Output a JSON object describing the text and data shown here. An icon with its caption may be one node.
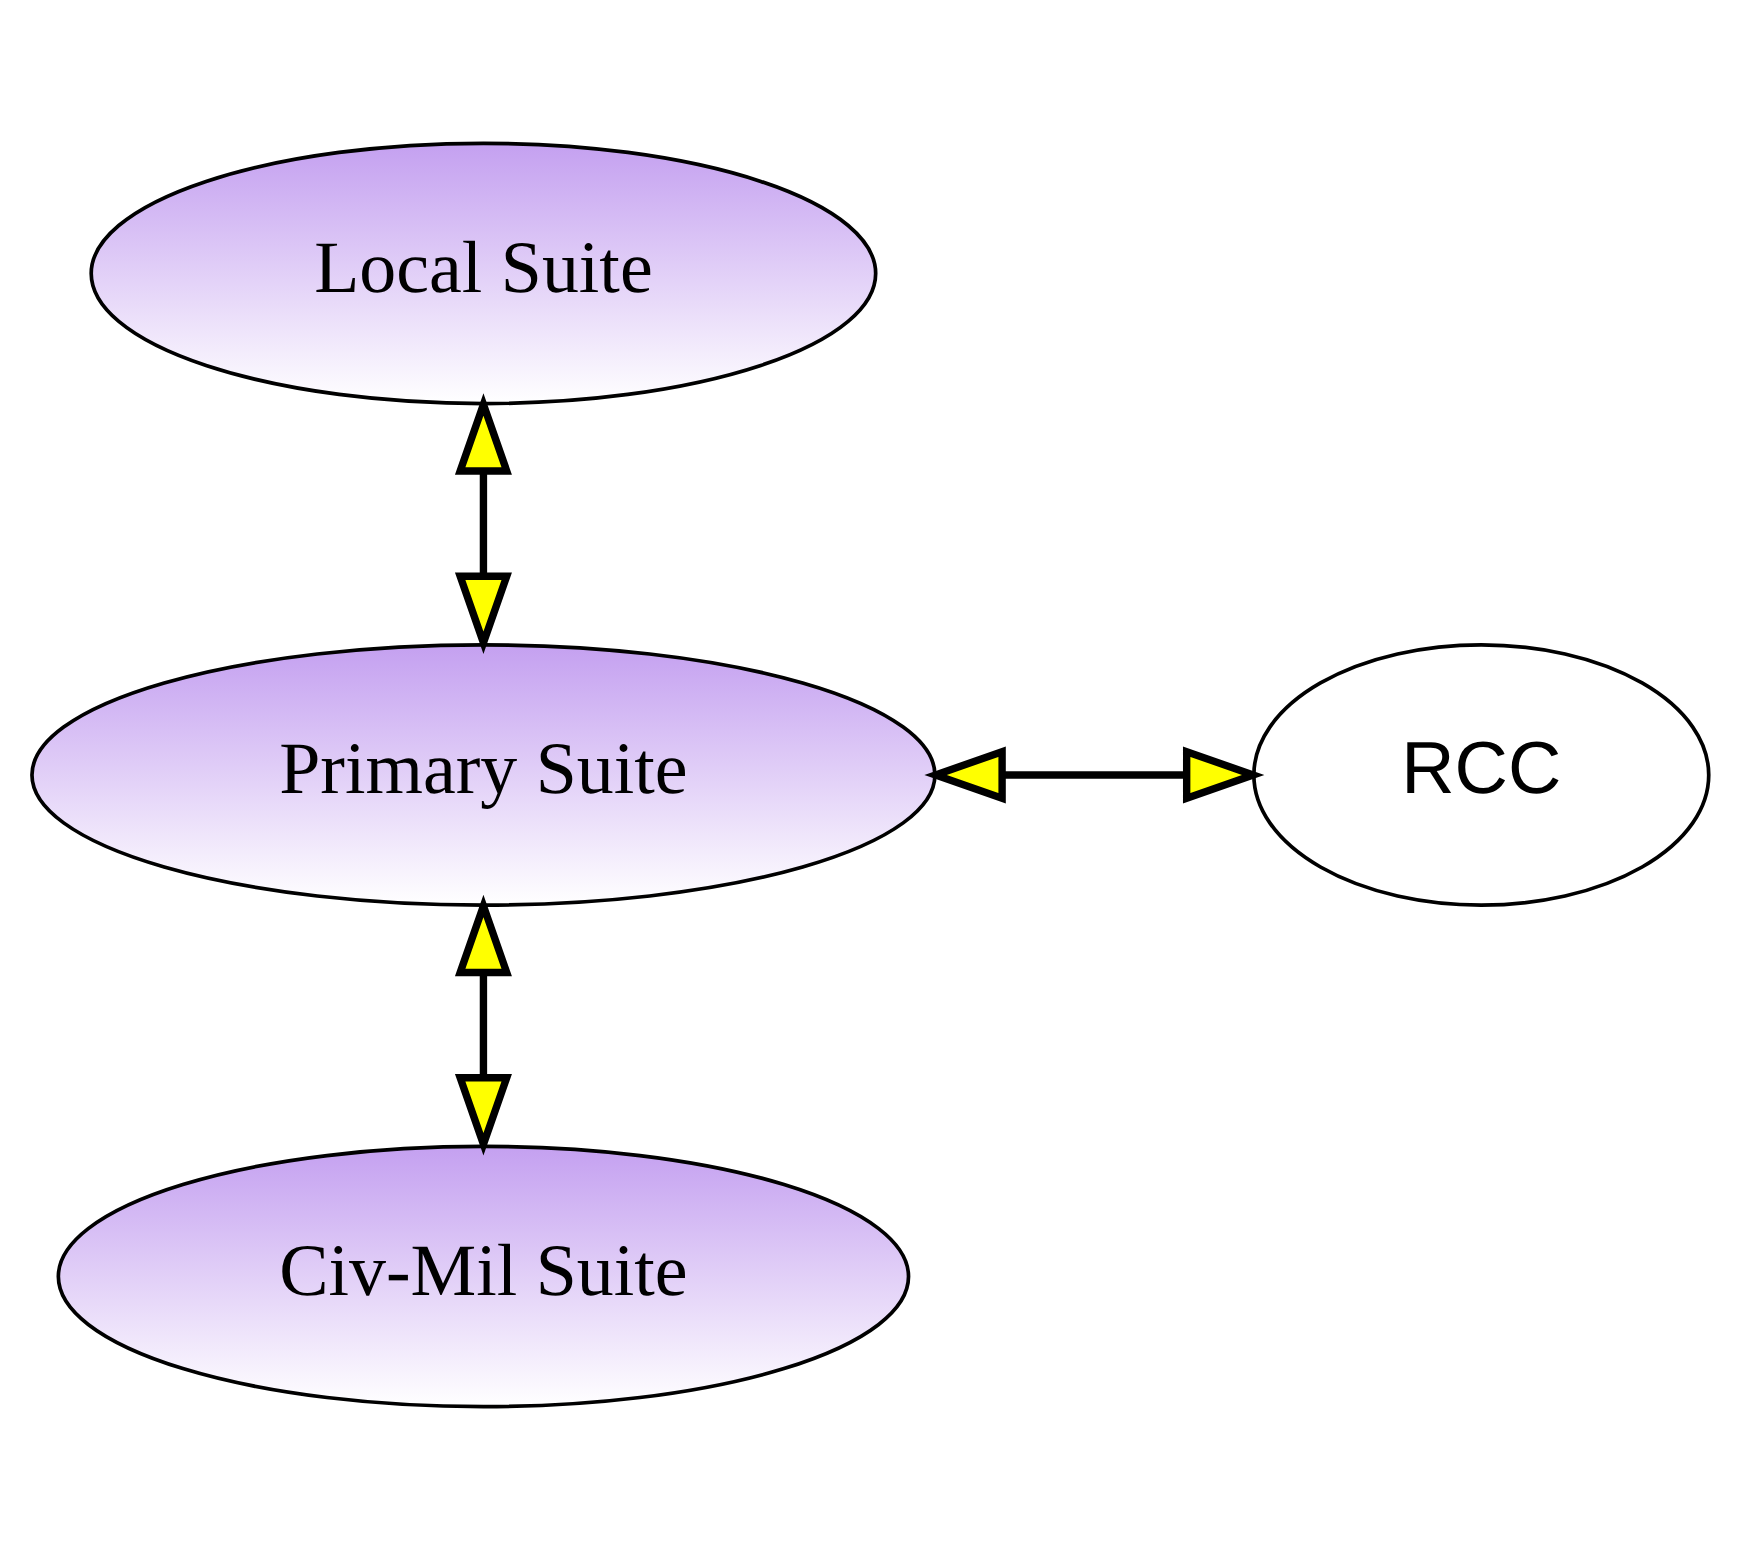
{
  "diagram": {
    "nodes": [
      {
        "text": [
          "Local Suite"
        ]
      },
      {
        "text": [
          "Primary Suite"
        ]
      },
      {
        "text": [
          "RCC"
        ]
      },
      {
        "text": [
          "Civ-Mil Suite"
        ]
      }
    ],
    "edges": [
      {
        "from": 0,
        "to": 1,
        "arrow": "both"
      },
      {
        "from": 1,
        "to": 2,
        "arrow": "both"
      },
      {
        "from": 1,
        "to": 3,
        "arrow": "both"
      }
    ]
  }
}
